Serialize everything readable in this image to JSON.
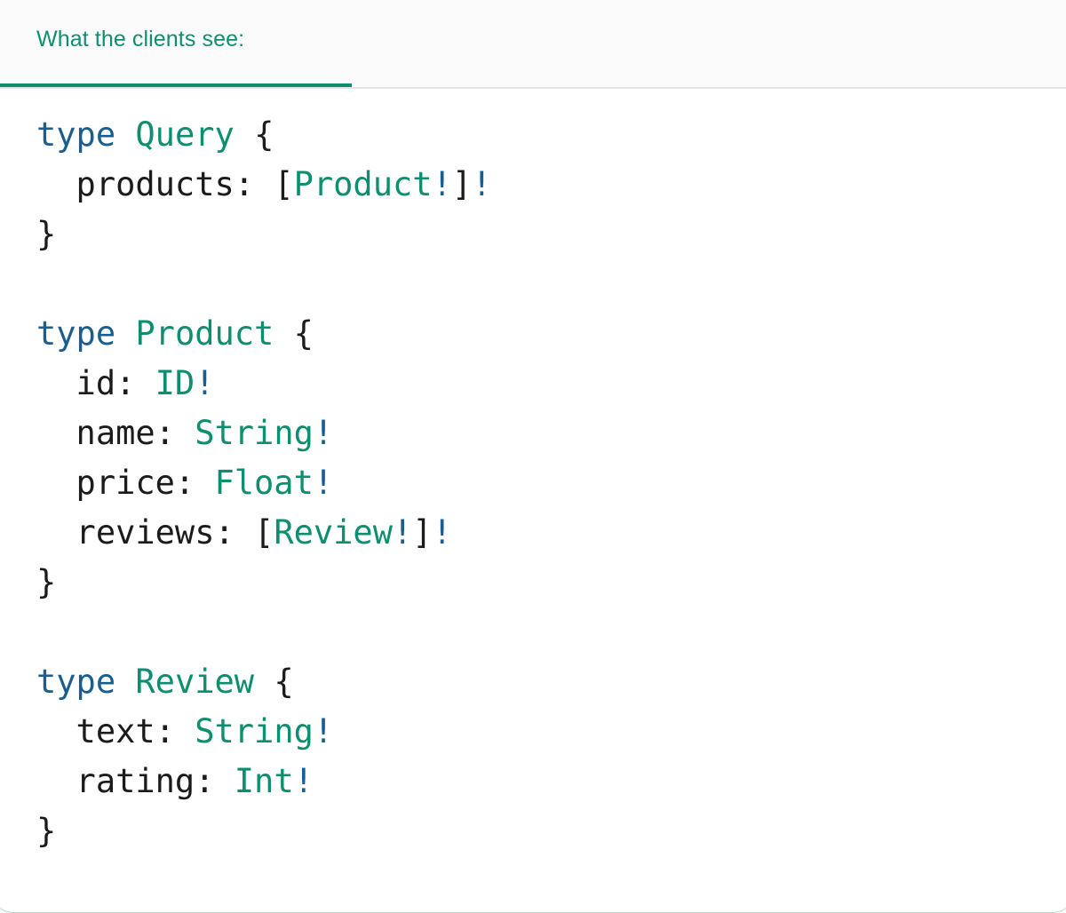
{
  "card": {
    "border_color": "#b9dcc6",
    "background": "#ffffff"
  },
  "header": {
    "tab_label": "What the clients see:",
    "accent_color": "#0d8f6f",
    "text_color": "#0f8f6d",
    "background": "#fbfbfb",
    "divider_color": "#e3e3e5"
  },
  "syntax_colors": {
    "keyword": "#1a5d8f",
    "type_name": "#0d8f6f",
    "field_name": "#1b1b1b",
    "punctuation": "#1b1b1b",
    "non_null_bang": "#1a5d8f"
  },
  "code": {
    "language": "graphql",
    "raw": "type Query {\n  products: [Product!]!\n}\n\ntype Product {\n  id: ID!\n  name: String!\n  price: Float!\n  reviews: [Review!]!\n}\n\ntype Review {\n  text: String!\n  rating: Int!\n}",
    "lines": [
      {
        "tokens": [
          {
            "t": "type",
            "c": "kw"
          },
          {
            "t": " ",
            "c": "plain"
          },
          {
            "t": "Query",
            "c": "type"
          },
          {
            "t": " ",
            "c": "plain"
          },
          {
            "t": "{",
            "c": "punct"
          }
        ]
      },
      {
        "tokens": [
          {
            "t": "  products: ",
            "c": "plain"
          },
          {
            "t": "[",
            "c": "punct"
          },
          {
            "t": "Product",
            "c": "type"
          },
          {
            "t": "!",
            "c": "bang"
          },
          {
            "t": "]",
            "c": "punct"
          },
          {
            "t": "!",
            "c": "bang"
          }
        ]
      },
      {
        "tokens": [
          {
            "t": "}",
            "c": "punct"
          }
        ]
      },
      {
        "tokens": []
      },
      {
        "tokens": [
          {
            "t": "type",
            "c": "kw"
          },
          {
            "t": " ",
            "c": "plain"
          },
          {
            "t": "Product",
            "c": "type"
          },
          {
            "t": " ",
            "c": "plain"
          },
          {
            "t": "{",
            "c": "punct"
          }
        ]
      },
      {
        "tokens": [
          {
            "t": "  id: ",
            "c": "plain"
          },
          {
            "t": "ID",
            "c": "type"
          },
          {
            "t": "!",
            "c": "bang"
          }
        ]
      },
      {
        "tokens": [
          {
            "t": "  name: ",
            "c": "plain"
          },
          {
            "t": "String",
            "c": "type"
          },
          {
            "t": "!",
            "c": "bang"
          }
        ]
      },
      {
        "tokens": [
          {
            "t": "  price: ",
            "c": "plain"
          },
          {
            "t": "Float",
            "c": "type"
          },
          {
            "t": "!",
            "c": "bang"
          }
        ]
      },
      {
        "tokens": [
          {
            "t": "  reviews: ",
            "c": "plain"
          },
          {
            "t": "[",
            "c": "punct"
          },
          {
            "t": "Review",
            "c": "type"
          },
          {
            "t": "!",
            "c": "bang"
          },
          {
            "t": "]",
            "c": "punct"
          },
          {
            "t": "!",
            "c": "bang"
          }
        ]
      },
      {
        "tokens": [
          {
            "t": "}",
            "c": "punct"
          }
        ]
      },
      {
        "tokens": []
      },
      {
        "tokens": [
          {
            "t": "type",
            "c": "kw"
          },
          {
            "t": " ",
            "c": "plain"
          },
          {
            "t": "Review",
            "c": "type"
          },
          {
            "t": " ",
            "c": "plain"
          },
          {
            "t": "{",
            "c": "punct"
          }
        ]
      },
      {
        "tokens": [
          {
            "t": "  text: ",
            "c": "plain"
          },
          {
            "t": "String",
            "c": "type"
          },
          {
            "t": "!",
            "c": "bang"
          }
        ]
      },
      {
        "tokens": [
          {
            "t": "  rating: ",
            "c": "plain"
          },
          {
            "t": "Int",
            "c": "type"
          },
          {
            "t": "!",
            "c": "bang"
          }
        ]
      },
      {
        "tokens": [
          {
            "t": "}",
            "c": "punct"
          }
        ]
      }
    ]
  }
}
